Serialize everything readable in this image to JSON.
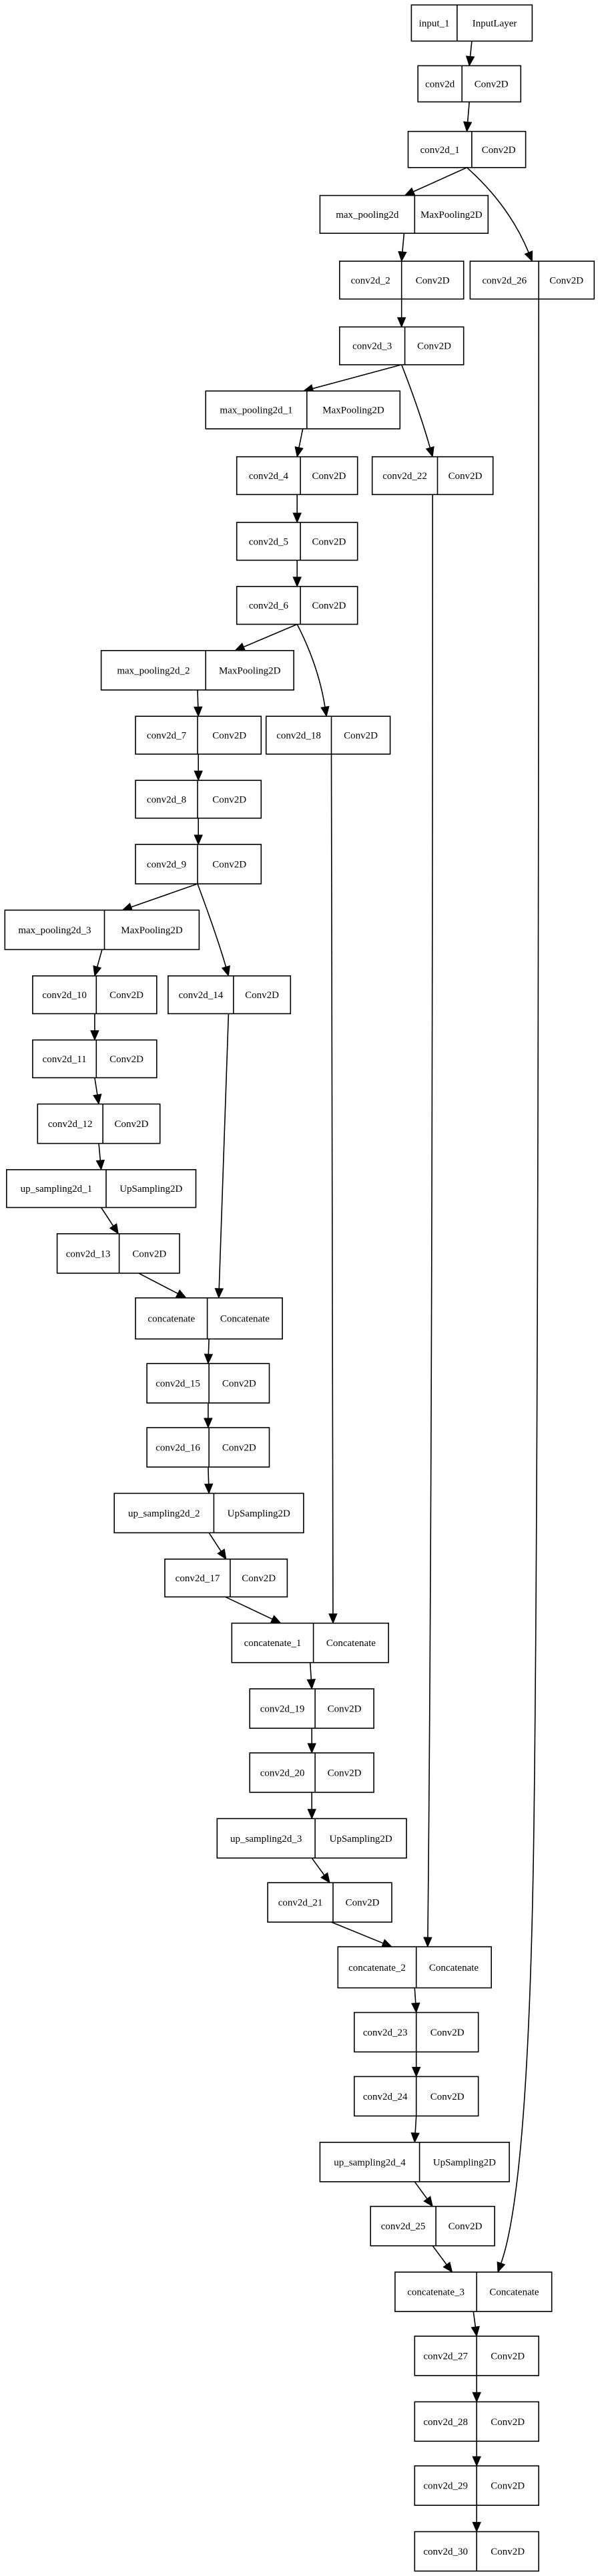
{
  "diagram": {
    "type": "keras-model-plot",
    "nodes": [
      {
        "id": "input_1",
        "name": "input_1",
        "layer": "InputLayer"
      },
      {
        "id": "conv2d",
        "name": "conv2d",
        "layer": "Conv2D"
      },
      {
        "id": "conv2d_1",
        "name": "conv2d_1",
        "layer": "Conv2D"
      },
      {
        "id": "max_pooling2d",
        "name": "max_pooling2d",
        "layer": "MaxPooling2D"
      },
      {
        "id": "conv2d_26",
        "name": "conv2d_26",
        "layer": "Conv2D"
      },
      {
        "id": "conv2d_2",
        "name": "conv2d_2",
        "layer": "Conv2D"
      },
      {
        "id": "conv2d_3",
        "name": "conv2d_3",
        "layer": "Conv2D"
      },
      {
        "id": "max_pooling2d_1",
        "name": "max_pooling2d_1",
        "layer": "MaxPooling2D"
      },
      {
        "id": "conv2d_22",
        "name": "conv2d_22",
        "layer": "Conv2D"
      },
      {
        "id": "conv2d_4",
        "name": "conv2d_4",
        "layer": "Conv2D"
      },
      {
        "id": "conv2d_5",
        "name": "conv2d_5",
        "layer": "Conv2D"
      },
      {
        "id": "conv2d_6",
        "name": "conv2d_6",
        "layer": "Conv2D"
      },
      {
        "id": "max_pooling2d_2",
        "name": "max_pooling2d_2",
        "layer": "MaxPooling2D"
      },
      {
        "id": "conv2d_18",
        "name": "conv2d_18",
        "layer": "Conv2D"
      },
      {
        "id": "conv2d_7",
        "name": "conv2d_7",
        "layer": "Conv2D"
      },
      {
        "id": "conv2d_8",
        "name": "conv2d_8",
        "layer": "Conv2D"
      },
      {
        "id": "conv2d_9",
        "name": "conv2d_9",
        "layer": "Conv2D"
      },
      {
        "id": "max_pooling2d_3",
        "name": "max_pooling2d_3",
        "layer": "MaxPooling2D"
      },
      {
        "id": "conv2d_14",
        "name": "conv2d_14",
        "layer": "Conv2D"
      },
      {
        "id": "conv2d_10",
        "name": "conv2d_10",
        "layer": "Conv2D"
      },
      {
        "id": "conv2d_11",
        "name": "conv2d_11",
        "layer": "Conv2D"
      },
      {
        "id": "conv2d_12",
        "name": "conv2d_12",
        "layer": "Conv2D"
      },
      {
        "id": "up_sampling2d_1",
        "name": "up_sampling2d_1",
        "layer": "UpSampling2D"
      },
      {
        "id": "conv2d_13",
        "name": "conv2d_13",
        "layer": "Conv2D"
      },
      {
        "id": "concatenate",
        "name": "concatenate",
        "layer": "Concatenate"
      },
      {
        "id": "conv2d_15",
        "name": "conv2d_15",
        "layer": "Conv2D"
      },
      {
        "id": "conv2d_16",
        "name": "conv2d_16",
        "layer": "Conv2D"
      },
      {
        "id": "up_sampling2d_2",
        "name": "up_sampling2d_2",
        "layer": "UpSampling2D"
      },
      {
        "id": "conv2d_17",
        "name": "conv2d_17",
        "layer": "Conv2D"
      },
      {
        "id": "concatenate_1",
        "name": "concatenate_1",
        "layer": "Concatenate"
      },
      {
        "id": "conv2d_19",
        "name": "conv2d_19",
        "layer": "Conv2D"
      },
      {
        "id": "conv2d_20",
        "name": "conv2d_20",
        "layer": "Conv2D"
      },
      {
        "id": "up_sampling2d_3",
        "name": "up_sampling2d_3",
        "layer": "UpSampling2D"
      },
      {
        "id": "conv2d_21",
        "name": "conv2d_21",
        "layer": "Conv2D"
      },
      {
        "id": "concatenate_2",
        "name": "concatenate_2",
        "layer": "Concatenate"
      },
      {
        "id": "conv2d_23",
        "name": "conv2d_23",
        "layer": "Conv2D"
      },
      {
        "id": "conv2d_24",
        "name": "conv2d_24",
        "layer": "Conv2D"
      },
      {
        "id": "up_sampling2d_4",
        "name": "up_sampling2d_4",
        "layer": "UpSampling2D"
      },
      {
        "id": "conv2d_25",
        "name": "conv2d_25",
        "layer": "Conv2D"
      },
      {
        "id": "concatenate_3",
        "name": "concatenate_3",
        "layer": "Concatenate"
      },
      {
        "id": "conv2d_27",
        "name": "conv2d_27",
        "layer": "Conv2D"
      },
      {
        "id": "conv2d_28",
        "name": "conv2d_28",
        "layer": "Conv2D"
      },
      {
        "id": "conv2d_29",
        "name": "conv2d_29",
        "layer": "Conv2D"
      },
      {
        "id": "conv2d_30",
        "name": "conv2d_30",
        "layer": "Conv2D"
      }
    ],
    "edges": [
      [
        "input_1",
        "conv2d"
      ],
      [
        "conv2d",
        "conv2d_1"
      ],
      [
        "conv2d_1",
        "max_pooling2d"
      ],
      [
        "conv2d_1",
        "conv2d_26"
      ],
      [
        "max_pooling2d",
        "conv2d_2"
      ],
      [
        "conv2d_2",
        "conv2d_3"
      ],
      [
        "conv2d_3",
        "max_pooling2d_1"
      ],
      [
        "conv2d_3",
        "conv2d_22"
      ],
      [
        "max_pooling2d_1",
        "conv2d_4"
      ],
      [
        "conv2d_4",
        "conv2d_5"
      ],
      [
        "conv2d_5",
        "conv2d_6"
      ],
      [
        "conv2d_6",
        "max_pooling2d_2"
      ],
      [
        "conv2d_6",
        "conv2d_18"
      ],
      [
        "max_pooling2d_2",
        "conv2d_7"
      ],
      [
        "conv2d_7",
        "conv2d_8"
      ],
      [
        "conv2d_8",
        "conv2d_9"
      ],
      [
        "conv2d_9",
        "max_pooling2d_3"
      ],
      [
        "conv2d_9",
        "conv2d_14"
      ],
      [
        "max_pooling2d_3",
        "conv2d_10"
      ],
      [
        "conv2d_10",
        "conv2d_11"
      ],
      [
        "conv2d_11",
        "conv2d_12"
      ],
      [
        "conv2d_12",
        "up_sampling2d_1"
      ],
      [
        "up_sampling2d_1",
        "conv2d_13"
      ],
      [
        "conv2d_13",
        "concatenate"
      ],
      [
        "conv2d_14",
        "concatenate"
      ],
      [
        "concatenate",
        "conv2d_15"
      ],
      [
        "conv2d_15",
        "conv2d_16"
      ],
      [
        "conv2d_16",
        "up_sampling2d_2"
      ],
      [
        "up_sampling2d_2",
        "conv2d_17"
      ],
      [
        "conv2d_17",
        "concatenate_1"
      ],
      [
        "conv2d_18",
        "concatenate_1"
      ],
      [
        "concatenate_1",
        "conv2d_19"
      ],
      [
        "conv2d_19",
        "conv2d_20"
      ],
      [
        "conv2d_20",
        "up_sampling2d_3"
      ],
      [
        "up_sampling2d_3",
        "conv2d_21"
      ],
      [
        "conv2d_21",
        "concatenate_2"
      ],
      [
        "conv2d_22",
        "concatenate_2"
      ],
      [
        "concatenate_2",
        "conv2d_23"
      ],
      [
        "conv2d_23",
        "conv2d_24"
      ],
      [
        "conv2d_24",
        "up_sampling2d_4"
      ],
      [
        "up_sampling2d_4",
        "conv2d_25"
      ],
      [
        "conv2d_25",
        "concatenate_3"
      ],
      [
        "conv2d_26",
        "concatenate_3"
      ],
      [
        "concatenate_3",
        "conv2d_27"
      ],
      [
        "conv2d_27",
        "conv2d_28"
      ],
      [
        "conv2d_28",
        "conv2d_29"
      ],
      [
        "conv2d_29",
        "conv2d_30"
      ]
    ]
  }
}
